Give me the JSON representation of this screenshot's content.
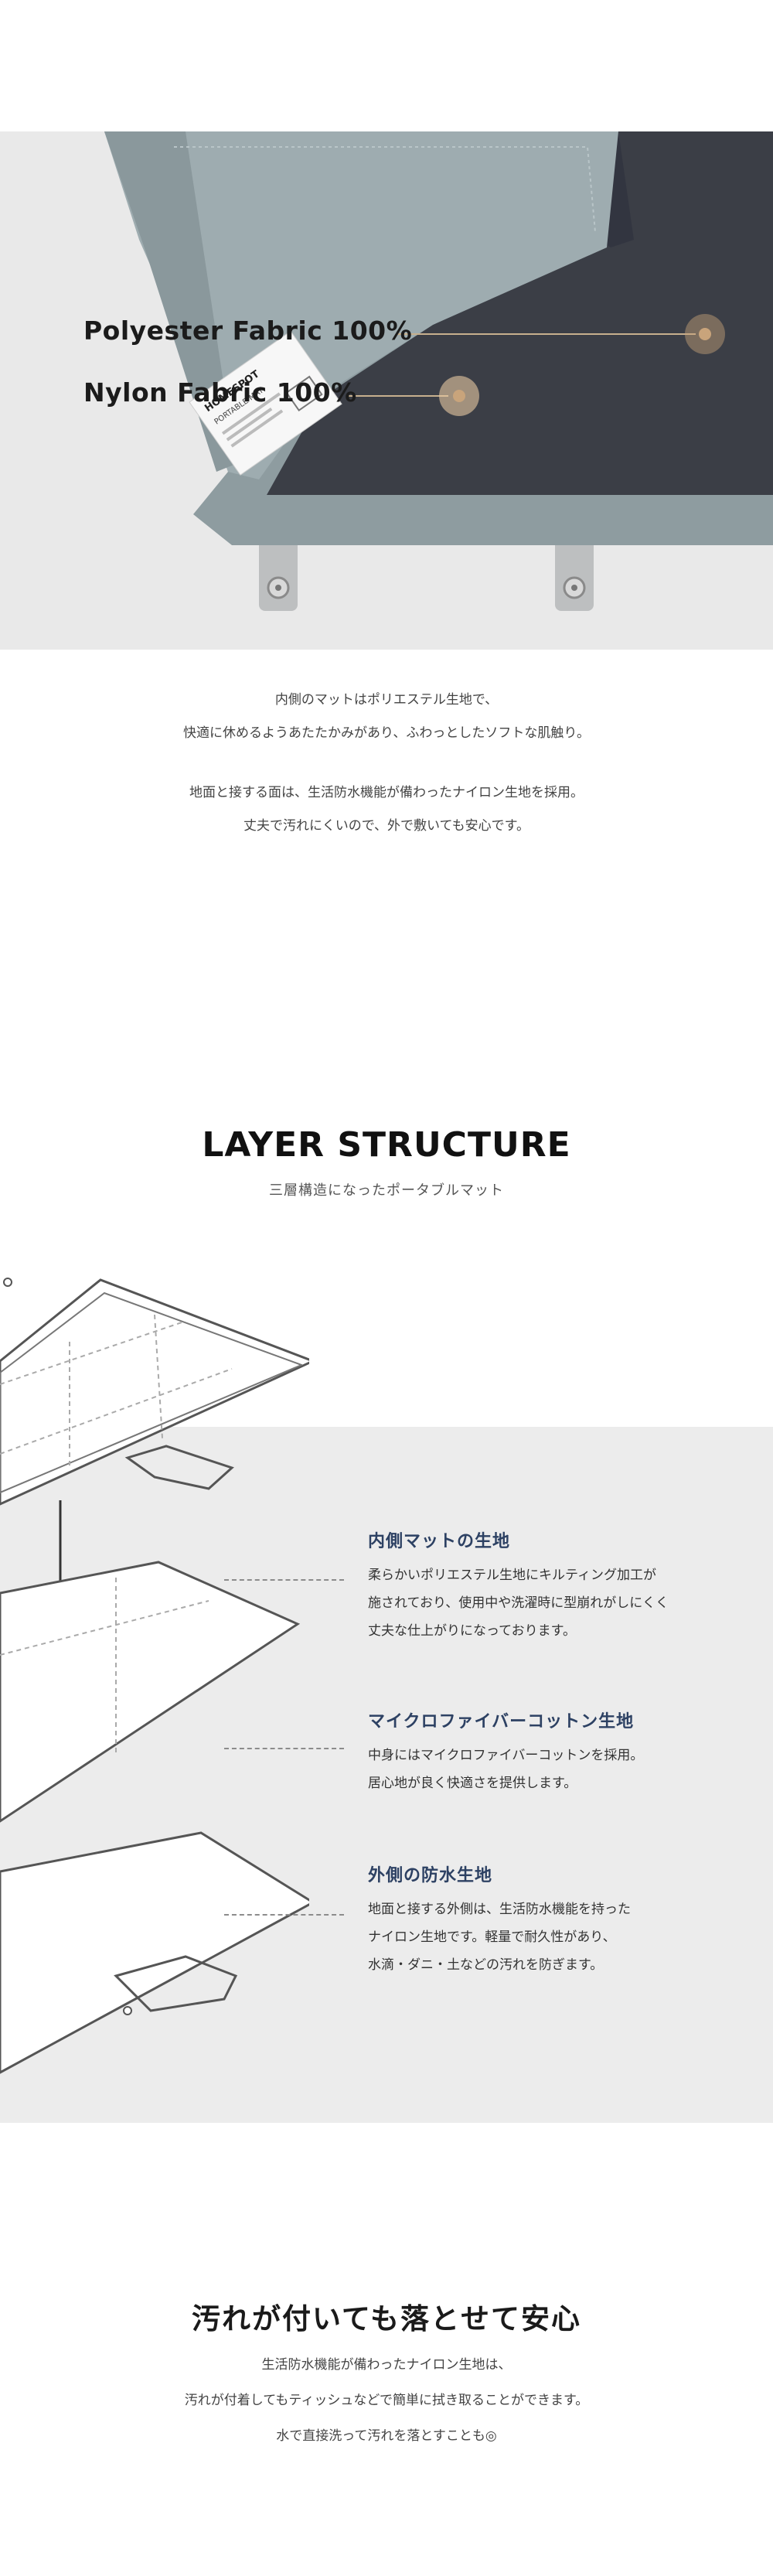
{
  "hero": {
    "labels": [
      "Polyester Fabric 100%",
      "Nylon Fabric 100%"
    ],
    "tag": {
      "brand": "HOMESPOT",
      "line1": "PORTABLE MAT"
    }
  },
  "intro": {
    "paragraph1": [
      "内側のマットはポリエステル生地で、",
      "快適に休めるようあたたかみがあり、ふわっとしたソフトな肌触り。"
    ],
    "paragraph2": [
      "地面と接する面は、生活防水機能が備わったナイロン生地を採用。",
      "丈夫で汚れにくいので、外で敷いても安心です。"
    ]
  },
  "layer": {
    "title": "LAYER STRUCTURE",
    "subtitle": "三層構造になったポータブルマット",
    "features": [
      {
        "title": "内側マットの生地",
        "body": [
          "柔らかいポリエステル生地にキルティング加工が",
          "施されており、使用中や洗濯時に型崩れがしにくく",
          "丈夫な仕上がりになっております。"
        ]
      },
      {
        "title": "マイクロファイバーコットン生地",
        "body": [
          "中身にはマイクロファイバーコットンを採用。",
          "居心地が良く快適さを提供します。"
        ]
      },
      {
        "title": "外側の防水生地",
        "body": [
          "地面と接する外側は、生活防水機能を持った",
          "ナイロン生地です。軽量で耐久性があり、",
          "水滴・ダニ・土などの汚れを防ぎます。"
        ]
      }
    ]
  },
  "bottom": {
    "title": "汚れが付いても落とせて安心",
    "lines": [
      "生活防水機能が備わったナイロン生地は、",
      "汚れが付着してもティッシュなどで簡単に拭き取ることができます。",
      "水で直接洗って汚れを落とすことも◎"
    ]
  },
  "colors": {
    "hero_bg": "#e9e9e9",
    "mat_outer": "#8f9ea2",
    "mat_inner": "#3c3f47",
    "accent_dot": "#c9a47b",
    "feature_title": "#2d4163"
  }
}
